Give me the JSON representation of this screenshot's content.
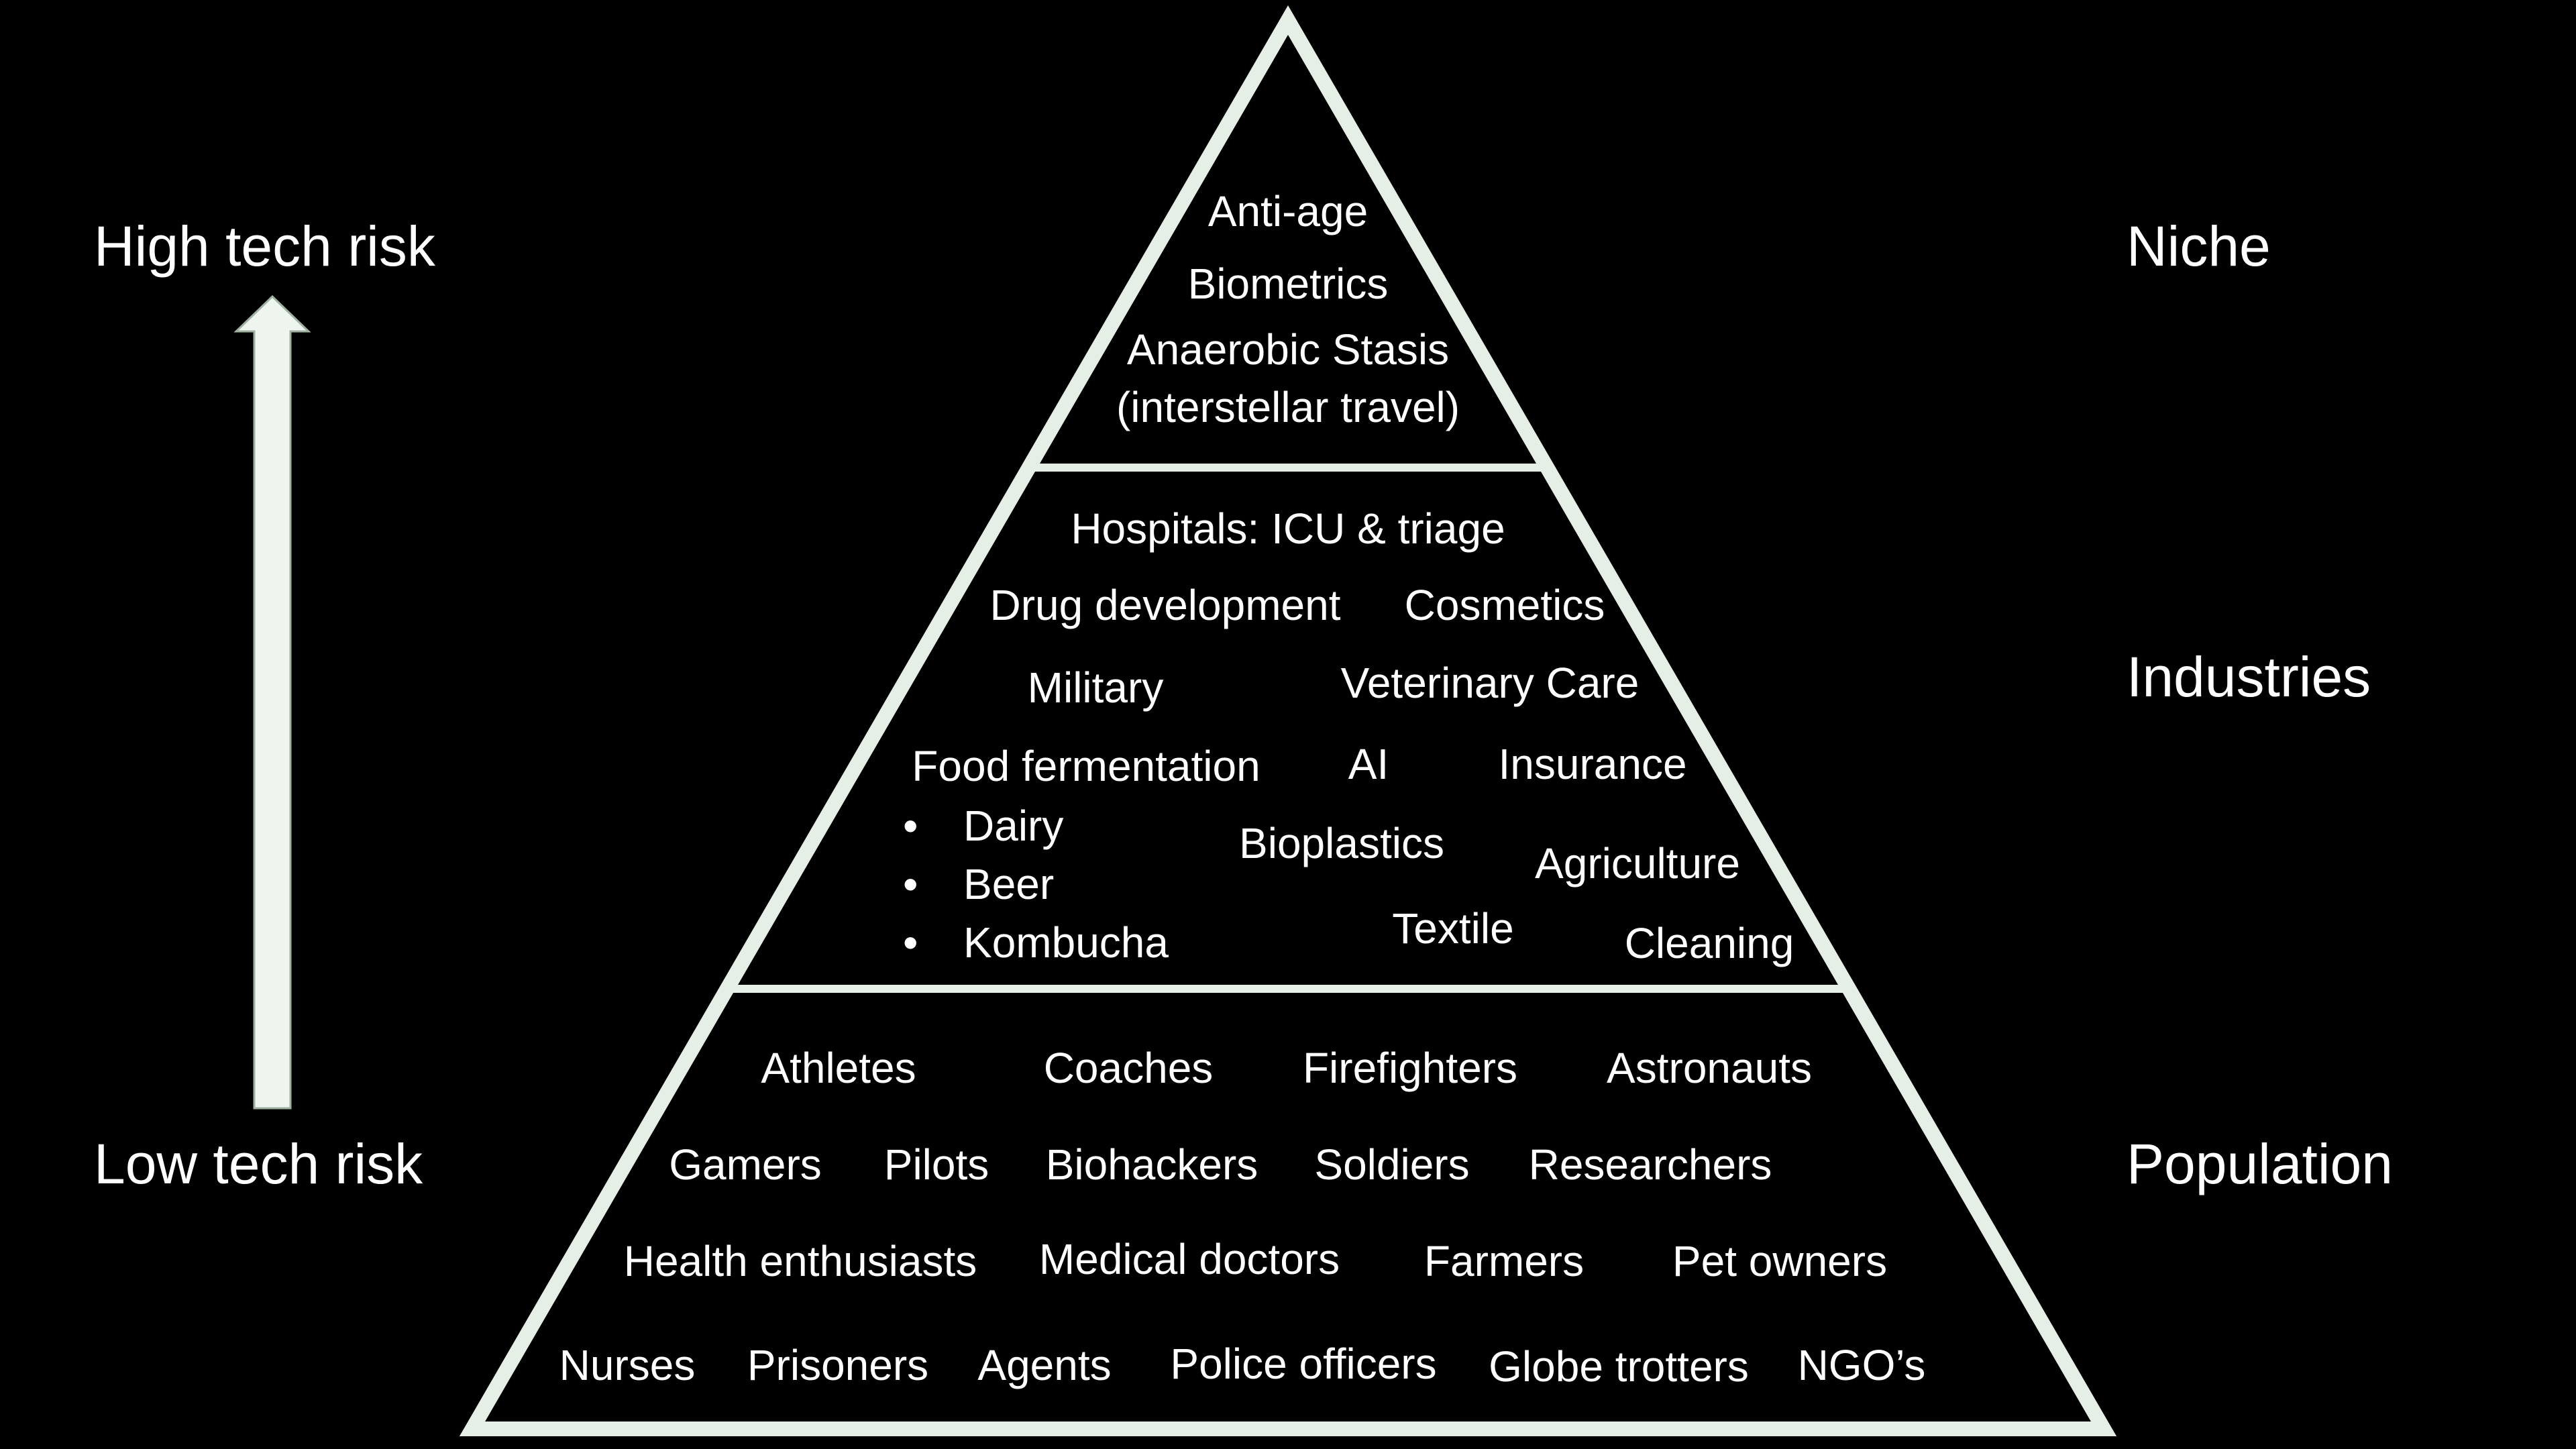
{
  "colors": {
    "background": "#000000",
    "outline": "#e6efe6",
    "arrow_fill": "#eef5ee",
    "text": "#ffffff"
  },
  "left_axis": {
    "top_label": "High tech risk",
    "bottom_label": "Low tech risk",
    "arrow_icon": "up-arrow-icon"
  },
  "right_labels": {
    "top": "Niche",
    "middle": "Industries",
    "bottom": "Population"
  },
  "tiers": {
    "niche": {
      "items": [
        "Anti-age",
        "Biometrics",
        "Anaerobic Stasis",
        "(interstellar travel)"
      ]
    },
    "industries": {
      "hospitals": "Hospitals: ICU & triage",
      "drug_development": "Drug development",
      "cosmetics": "Cosmetics",
      "military": "Military",
      "veterinary_care": "Veterinary Care",
      "food_fermentation": "Food fermentation",
      "food_fermentation_items": [
        "Dairy",
        "Beer",
        "Kombucha"
      ],
      "ai": "AI",
      "insurance": "Insurance",
      "bioplastics": "Bioplastics",
      "agriculture": "Agriculture",
      "textile": "Textile",
      "cleaning": "Cleaning"
    },
    "population": {
      "row1": [
        "Athletes",
        "Coaches",
        "Firefighters",
        "Astronauts"
      ],
      "row2": [
        "Gamers",
        "Pilots",
        "Biohackers",
        "Soldiers",
        "Researchers"
      ],
      "row3": [
        "Health enthusiasts",
        "Medical doctors",
        "Farmers",
        "Pet owners"
      ],
      "row4": [
        "Nurses",
        "Prisoners",
        "Agents",
        "Police officers",
        "Globe trotters",
        "NGO’s"
      ]
    }
  }
}
